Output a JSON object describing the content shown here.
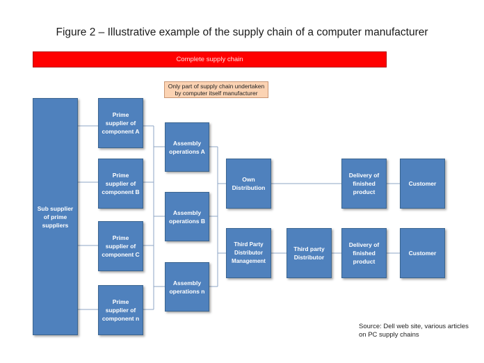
{
  "title": "Figure 2 – Illustrative example  of the supply chain of a computer manufacturer",
  "banner": {
    "label": "Complete supply chain",
    "color": "#ff0000"
  },
  "note": {
    "text": "Only part of supply chain undertaken by computer itself manufacturer",
    "color": "#fbd3b3"
  },
  "box_color": "#4f81bd",
  "nodes": {
    "sub_supplier": "Sub supplier of prime suppliers",
    "prime_a": "Prime supplier of component A",
    "prime_b": "Prime supplier of component B",
    "prime_c": "Prime supplier of component C",
    "prime_n": "Prime supplier of component n",
    "assembly_a": "Assembly operations A",
    "assembly_b": "Assembly operations B",
    "assembly_n": "Assembly operations n",
    "own_distribution": "Own Distribution",
    "third_party_mgmt": "Third Party Distributor Management",
    "third_party_distributor": "Third party Distributor",
    "delivery_1": "Delivery of finished product",
    "delivery_2": "Delivery of finished product",
    "customer_1": "Customer",
    "customer_2": "Customer"
  },
  "source": "Source: Dell web site, various articles on PC supply chains"
}
